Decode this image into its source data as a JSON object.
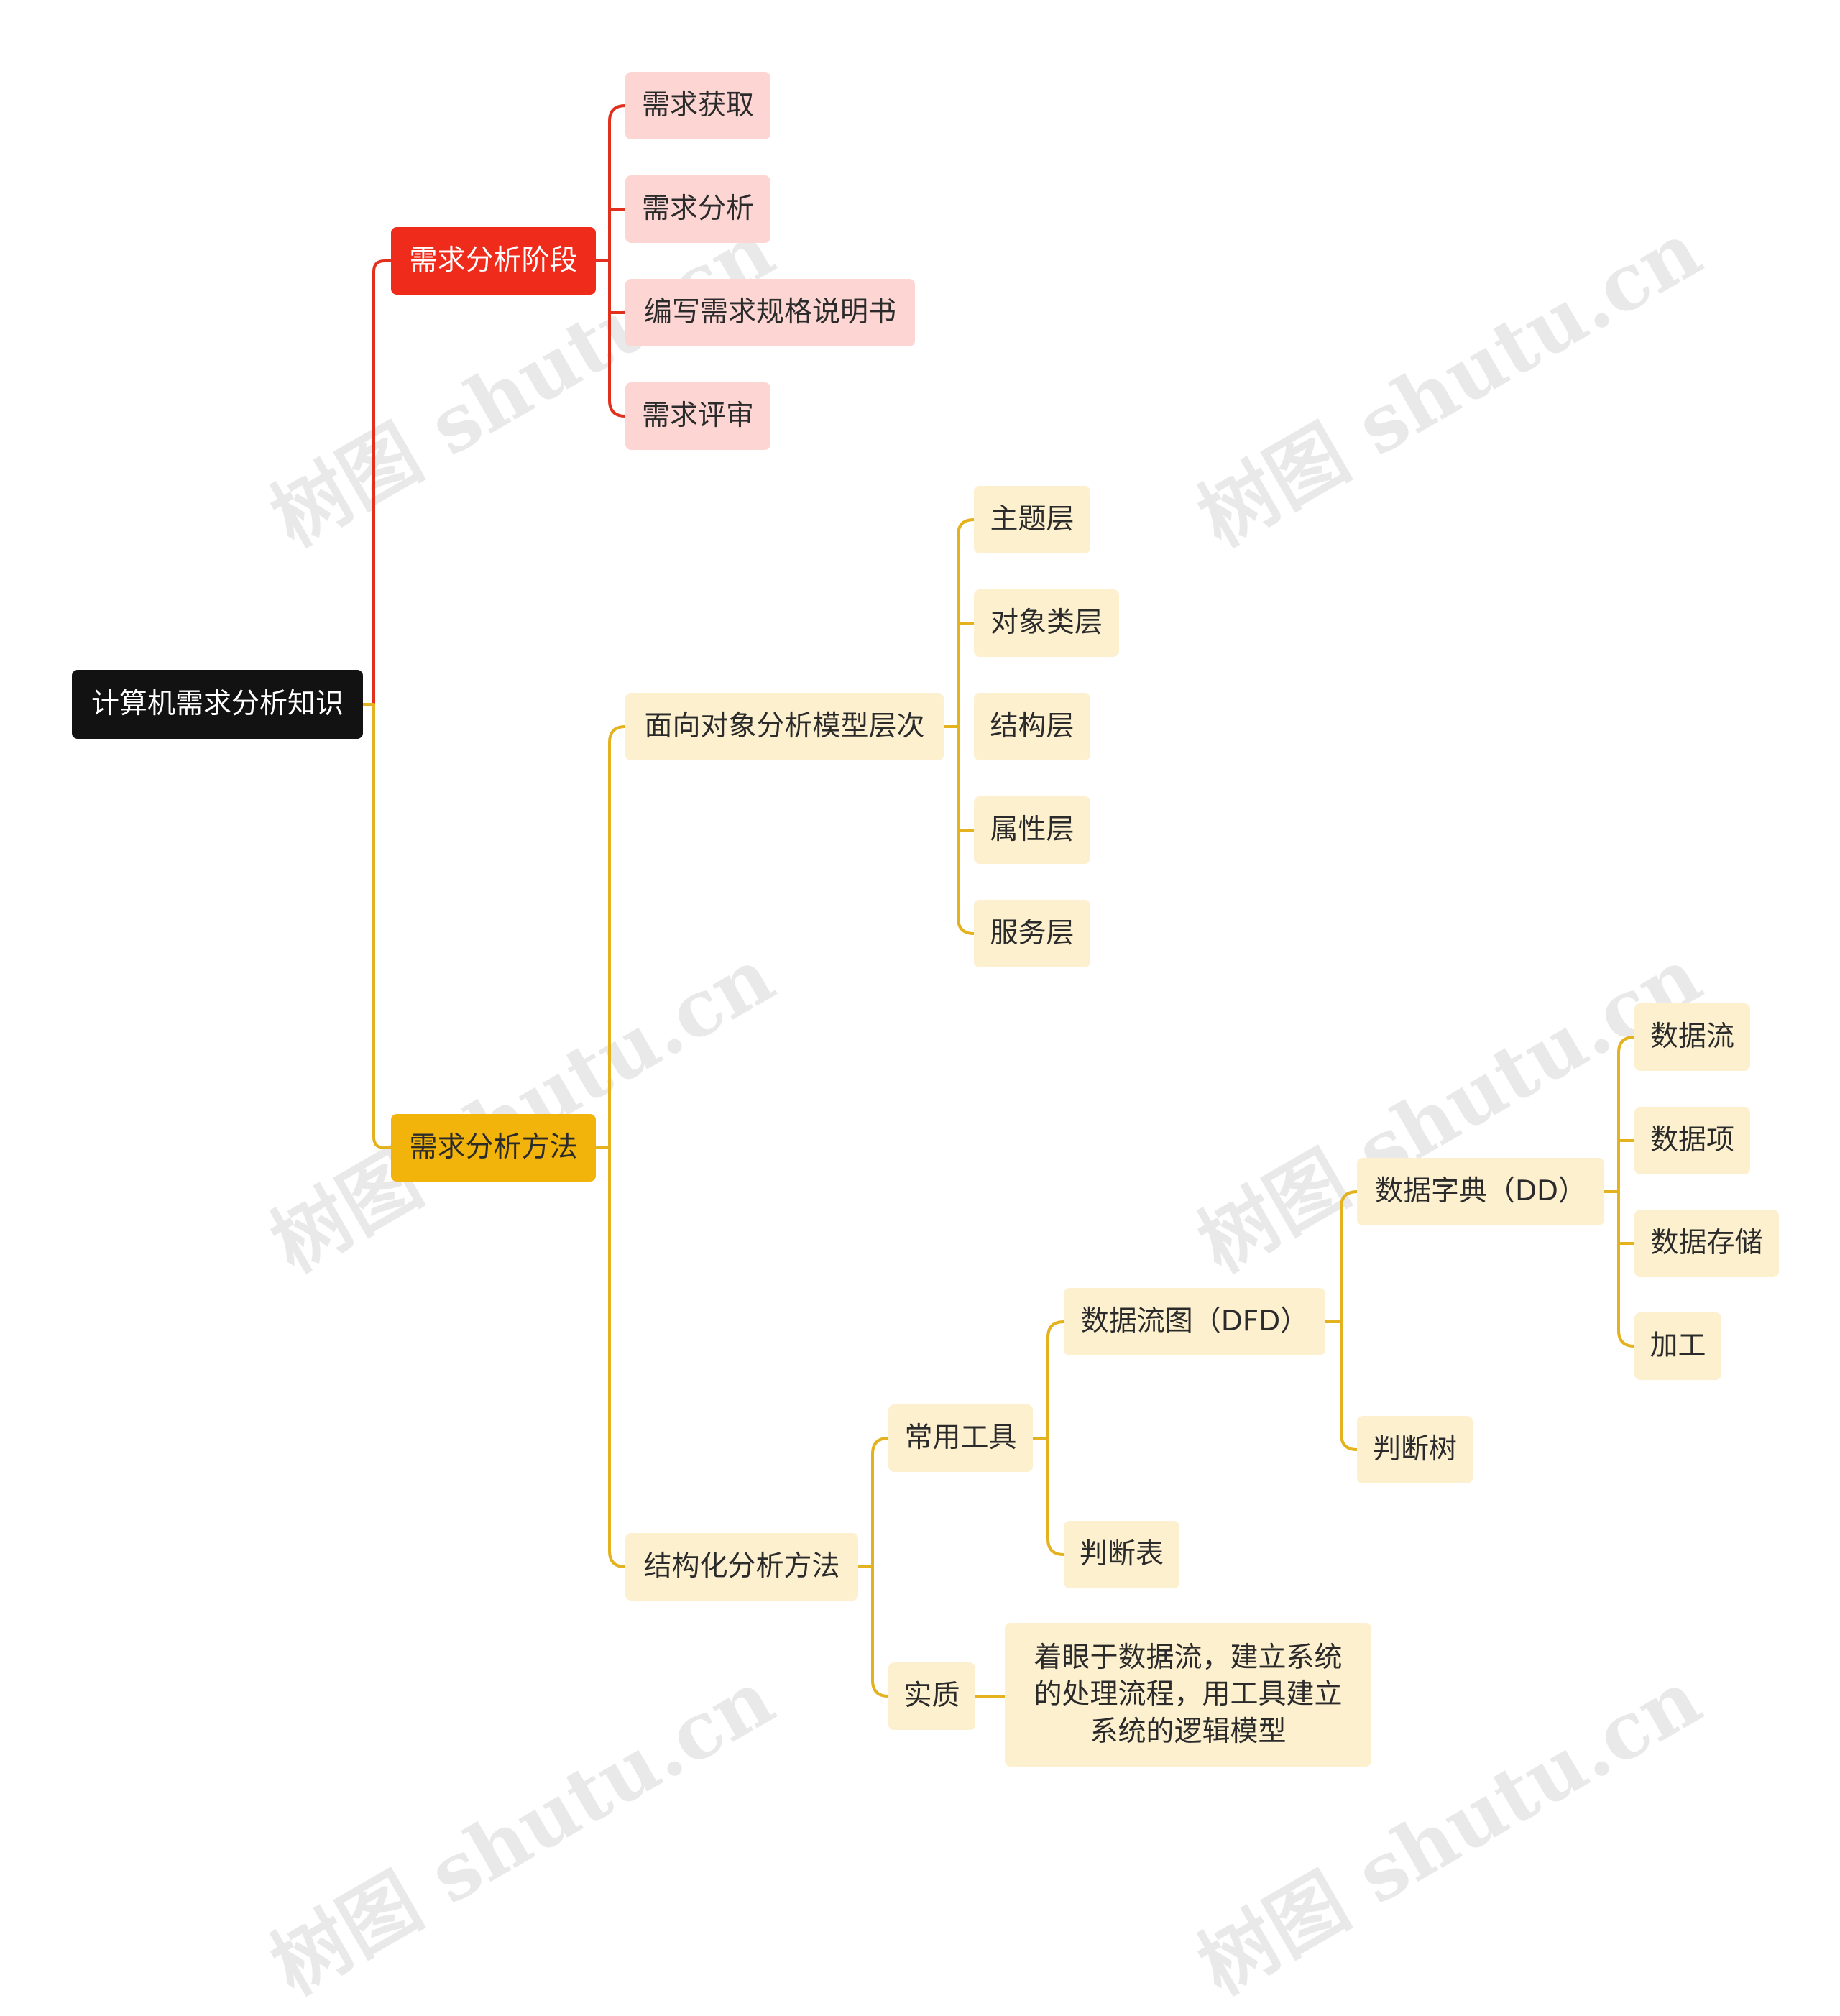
{
  "colors": {
    "red_branch": "#e2301f",
    "yellow_branch": "#e4b21f"
  },
  "watermark": "树图 shutu.cn",
  "root": {
    "label": "计算机需求分析知识"
  },
  "stage": {
    "label": "需求分析阶段",
    "items": [
      "需求获取",
      "需求分析",
      "编写需求规格说明书",
      "需求评审"
    ]
  },
  "method": {
    "label": "需求分析方法",
    "oo": {
      "label": "面向对象分析模型层次",
      "items": [
        "主题层",
        "对象类层",
        "结构层",
        "属性层",
        "服务层"
      ]
    },
    "structured": {
      "label": "结构化分析方法",
      "tools": {
        "label": "常用工具",
        "dfd": {
          "label": "数据流图（DFD）",
          "dd": {
            "label": "数据字典（DD）",
            "items": [
              "数据流",
              "数据项",
              "数据存储",
              "加工"
            ]
          },
          "tree": "判断树"
        },
        "table": "判断表"
      },
      "essence": {
        "label": "实质",
        "text": "着眼于数据流，建立系统的处理流程，用工具建立系统的逻辑模型"
      }
    }
  }
}
